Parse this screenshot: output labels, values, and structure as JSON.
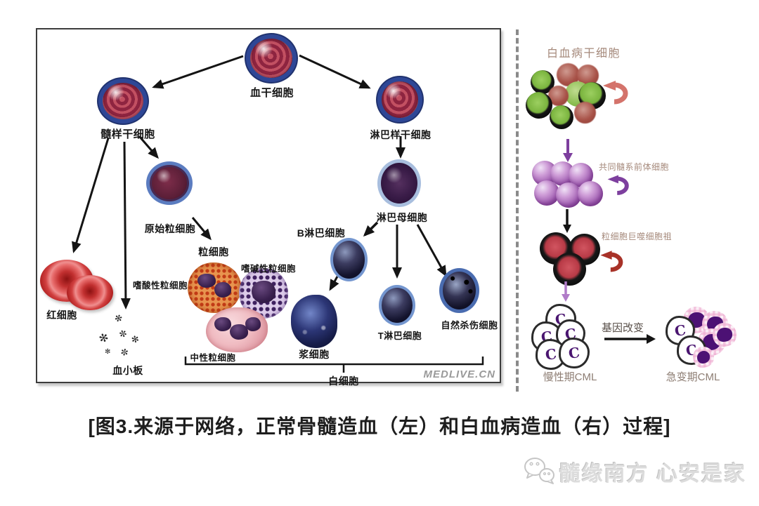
{
  "left_panel": {
    "watermark": "MEDLIVE.CN",
    "labels": {
      "blood_stem_cell": "血干细胞",
      "myeloid_stem_cell": "髓样干细胞",
      "lymphoid_stem_cell": "淋巴样干细胞",
      "myeloblast": "原始粒细胞",
      "lymphoblast": "淋巴母细胞",
      "b_lymphocyte": "B淋巴细胞",
      "red_blood_cell": "红细胞",
      "platelet": "血小板",
      "granulocyte": "粒细胞",
      "basophil": "嗜碱性粒细胞",
      "eosinophil": "嗜酸性粒细胞",
      "neutrophil": "中性粒细胞",
      "plasma_cell": "浆细胞",
      "t_lymphocyte": "T淋巴细胞",
      "nk_cell": "自然杀伤细胞",
      "white_blood_cell_group": "白细胞"
    }
  },
  "right_panel": {
    "labels": {
      "leukemia_stem_cell": "白血病干细胞",
      "common_myeloid_precursor": "共同髓系前体细胞",
      "granulocyte_macrophage_progenitor": "粒细胞巨噬细胞祖",
      "chronic_phase_cml": "慢性期CML",
      "gene_change": "基因改变",
      "blast_phase_cml": "急变期CML"
    }
  },
  "caption": "[图3.来源于网络，正常骨髓造血（左）和白血病造血（右）过程]",
  "footer": {
    "watermark_text": "髓缘南方 心安是家"
  },
  "colors": {
    "arrow_black": "#141414",
    "arrow_purple": "#7d3f9e",
    "arrow_light_purple": "#b07cc8",
    "cycle_red": "#d4736b",
    "right_label_brown": "#a5897b",
    "caption_text": "#1d1d1d"
  }
}
